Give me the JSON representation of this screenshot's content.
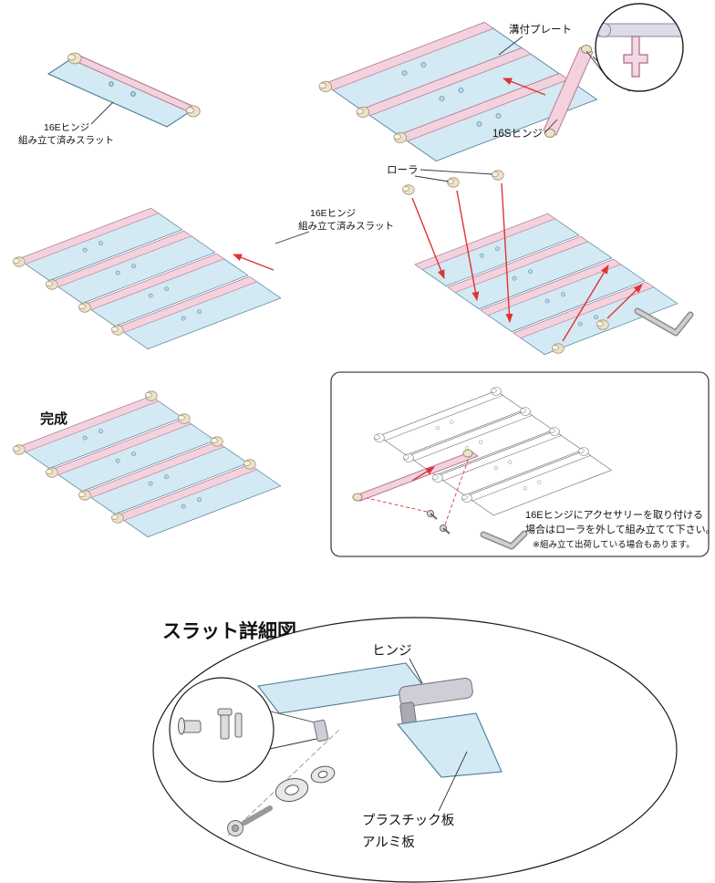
{
  "colors": {
    "slat_fill": "#d3e9f3",
    "slat_stroke": "#4a7e96",
    "hinge_fill": "#f3d2de",
    "hinge_stroke": "#b87a90",
    "roller_fill": "#ece2cc",
    "arrow_red": "#e03333"
  },
  "step1": {
    "label_line1": "16Eヒンジ",
    "label_line2": "組み立て済みスラット"
  },
  "step2": {
    "groove_plate_label": "溝付プレート",
    "hinge_label": "16Sヒンジ"
  },
  "step3": {
    "label_line1": "16Eヒンジ",
    "label_line2": "組み立て済みスラット"
  },
  "step4": {
    "roller_label": "ローラ"
  },
  "step5": {
    "complete_label": "完成"
  },
  "note": {
    "line1": "16Eヒンジにアクセサリーを取り付ける",
    "line2": "場合はローラを外して組み立てて下さい。",
    "line3": "※組み立て出荷している場合もあります。"
  },
  "detail": {
    "title": "スラット詳細図",
    "hinge_label": "ヒンジ",
    "plastic_label": "プラスチック板",
    "aluminum_label": "アルミ板"
  }
}
